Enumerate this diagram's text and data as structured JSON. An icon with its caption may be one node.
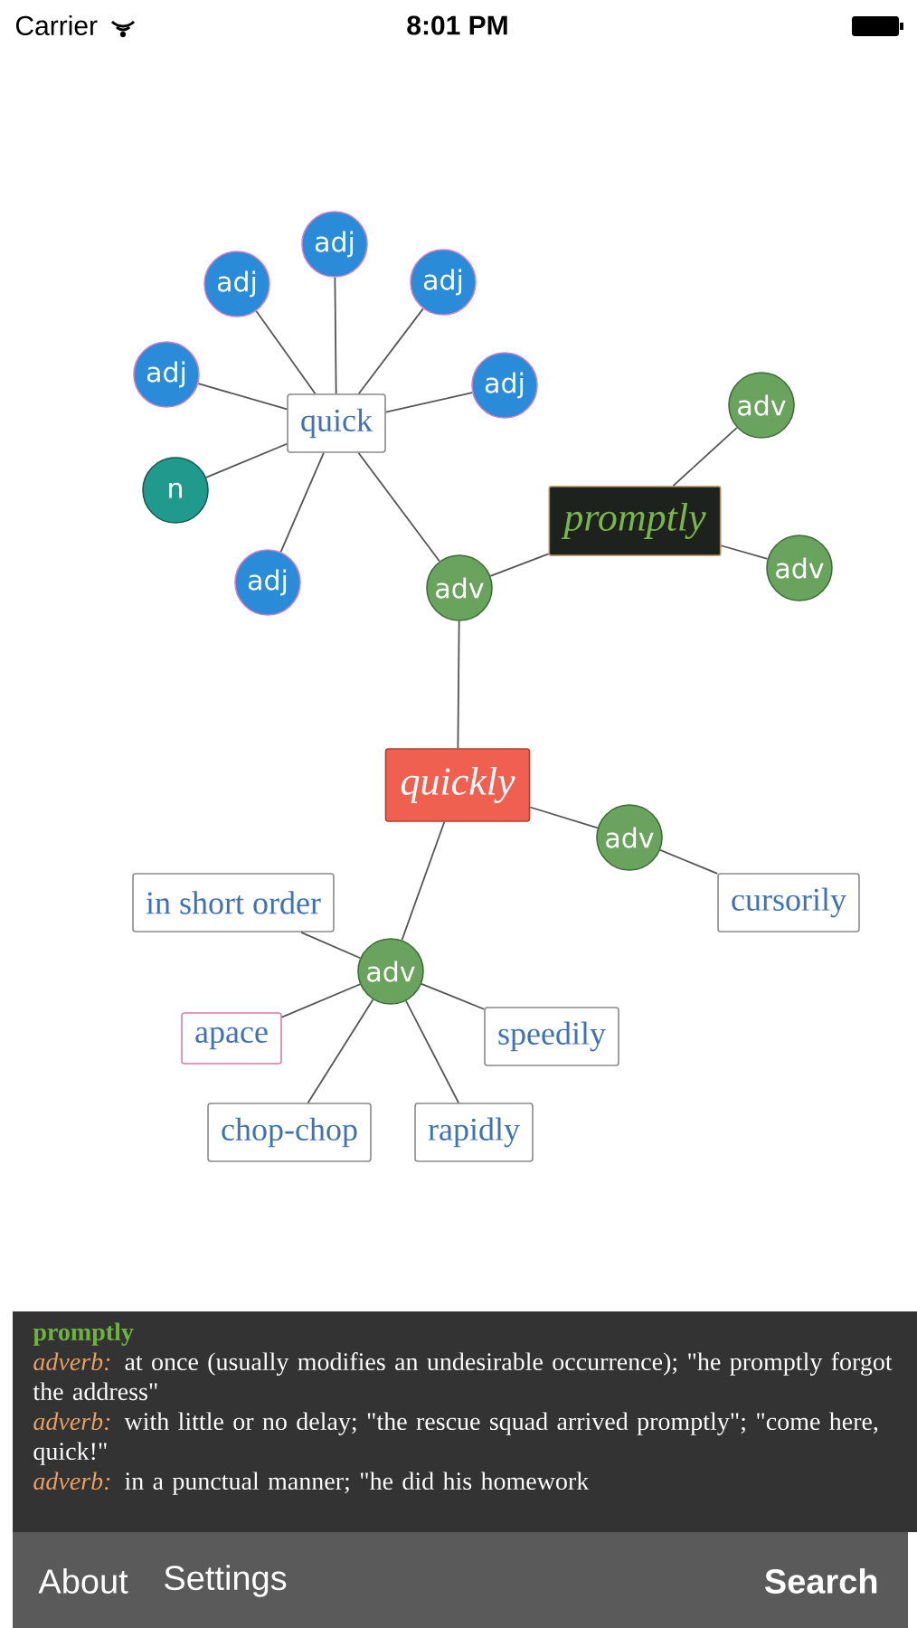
{
  "diagram": {
    "nodes": [
      {
        "text": [
          "adj"
        ]
      },
      {
        "text": [
          "adj"
        ]
      },
      {
        "text": [
          "adj"
        ]
      },
      {
        "text": [
          "adj"
        ]
      },
      {
        "text": [
          "adj"
        ]
      },
      {
        "text": [
          "adv"
        ]
      },
      {
        "text": [
          "quick"
        ]
      },
      {
        "text": [
          "n"
        ]
      },
      {
        "text": [
          "promptly"
        ]
      },
      {
        "text": [
          "adv"
        ]
      },
      {
        "text": [
          "adj"
        ]
      },
      {
        "text": [
          "adv"
        ]
      },
      {
        "text": [
          "quickly"
        ]
      },
      {
        "text": [
          "adv"
        ]
      },
      {
        "text": [
          "in short order"
        ]
      },
      {
        "text": [
          "cursorily"
        ]
      },
      {
        "text": [
          "adv"
        ]
      },
      {
        "text": [
          "speedily"
        ]
      },
      {
        "text": [
          "apace"
        ]
      },
      {
        "text": [
          "chop-chop"
        ]
      },
      {
        "text": [
          "rapidly"
        ]
      }
    ],
    "edges": [
      {
        "from": 6,
        "to": 0,
        "arrow": "none"
      },
      {
        "from": 6,
        "to": 1,
        "arrow": "none"
      },
      {
        "from": 6,
        "to": 2,
        "arrow": "none"
      },
      {
        "from": 6,
        "to": 3,
        "arrow": "none"
      },
      {
        "from": 6,
        "to": 4,
        "arrow": "none"
      },
      {
        "from": 6,
        "to": 7,
        "arrow": "none"
      },
      {
        "from": 6,
        "to": 10,
        "arrow": "none"
      },
      {
        "from": 6,
        "to": 11,
        "arrow": "none"
      },
      {
        "from": 11,
        "to": 8,
        "arrow": "none"
      },
      {
        "from": 8,
        "to": 5,
        "arrow": "none"
      },
      {
        "from": 8,
        "to": 9,
        "arrow": "none"
      },
      {
        "from": 11,
        "to": 12,
        "arrow": "none"
      },
      {
        "from": 12,
        "to": 13,
        "arrow": "none"
      },
      {
        "from": 13,
        "to": 15,
        "arrow": "none"
      },
      {
        "from": 12,
        "to": 16,
        "arrow": "none"
      },
      {
        "from": 16,
        "to": 14,
        "arrow": "none"
      },
      {
        "from": 16,
        "to": 18,
        "arrow": "none"
      },
      {
        "from": 16,
        "to": 17,
        "arrow": "none"
      },
      {
        "from": 16,
        "to": 19,
        "arrow": "none"
      },
      {
        "from": 16,
        "to": 20,
        "arrow": "none"
      }
    ],
    "labels": [
      "Carrier",
      "8:01 PM",
      "promptly",
      "adverb:",
      "at once (usually modifies an undesirable occurrence); \"he promptly forgot the address\"",
      "adverb:",
      "with little or no delay; \"the rescue squad arrived promptly\"; \"come here, quick!\"",
      "adverb:",
      "in a punctual manner; \"he did his homework",
      "About",
      "Settings",
      "Search"
    ]
  }
}
